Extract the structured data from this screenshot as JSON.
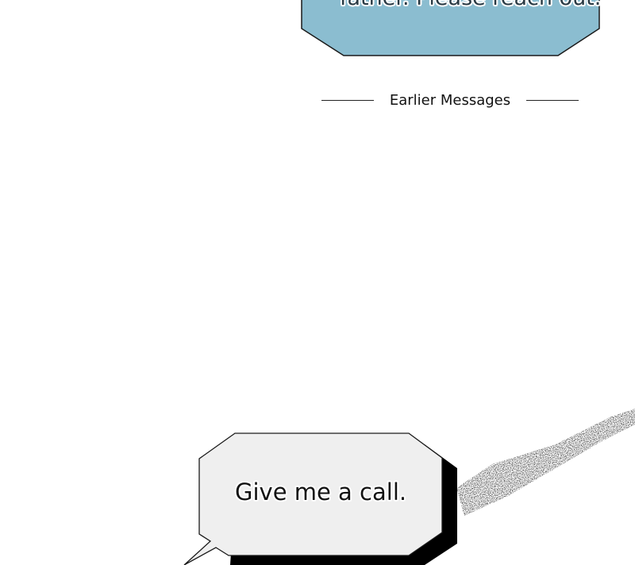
{
  "top_bubble": {
    "text": "father. Please reach out.",
    "fill": "#8bbdd0"
  },
  "divider": {
    "label": "Earlier Messages"
  },
  "bottom_bubble": {
    "text": "Give me a call.",
    "fill": "#efefef",
    "shadow": "#000000"
  }
}
